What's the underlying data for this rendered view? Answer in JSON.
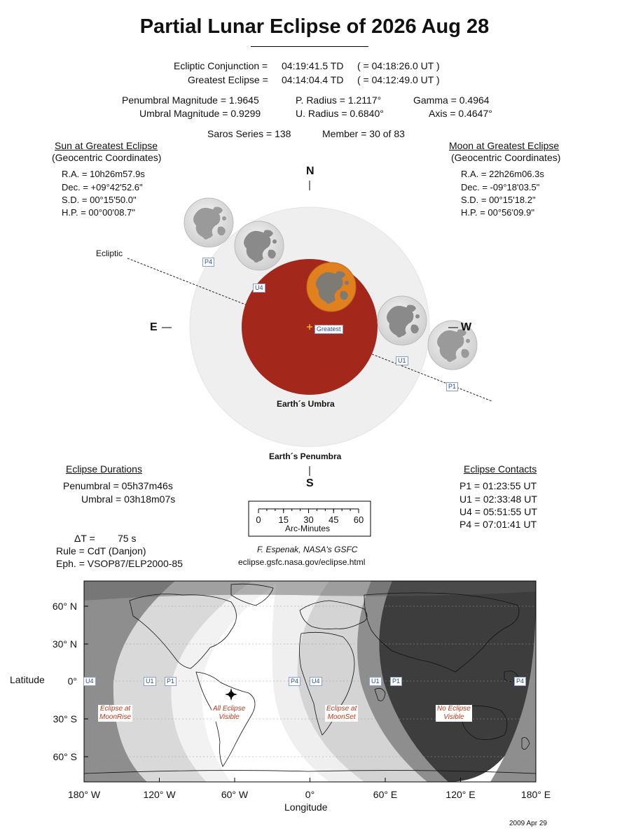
{
  "title": "Partial Lunar Eclipse of  2026 Aug 28",
  "conjunction": {
    "label": "Ecliptic Conjunction =",
    "td": "04:19:41.5 TD",
    "ut": "(  = 04:18:26.0 UT )"
  },
  "greatest": {
    "label": "Greatest Eclipse =",
    "td": "04:14:04.4 TD",
    "ut": "(  = 04:12:49.0 UT )"
  },
  "params": {
    "pen_mag": "Penumbral Magnitude = 1.9645",
    "umb_mag": "Umbral Magnitude = 0.9299",
    "p_radius": "P. Radius = 1.2117°",
    "u_radius": "U. Radius = 0.6840°",
    "gamma": "Gamma = 0.4964",
    "axis": "Axis = 0.4647°"
  },
  "saros": {
    "series": "Saros Series = 138",
    "member": "Member = 30 of 83"
  },
  "sun": {
    "heading": "Sun at Greatest Eclipse",
    "sub": "(Geocentric Coordinates)",
    "ra": "R.A. =  10h26m57.9s",
    "dec": "Dec. = +09°42'52.6\"",
    "sd": "S.D. =  00°15'50.0\"",
    "hp": "H.P. =  00°00'08.7\""
  },
  "moon": {
    "heading": "Moon at Greatest Eclipse",
    "sub": "(Geocentric Coordinates)",
    "ra": "R.A. =  22h26m06.3s",
    "dec": "Dec. = -09°18'03.5\"",
    "sd": "S.D. =  00°15'18.2\"",
    "hp": "H.P. =  00°56'09.9\""
  },
  "diagram": {
    "north": "N",
    "south": "S",
    "east": "E",
    "west": "W",
    "ecliptic": "Ecliptic",
    "greatest": "Greatest",
    "umbra": "Earth´s Umbra",
    "penumbra": "Earth´s Penumbra",
    "p1": "P1",
    "u1": "U1",
    "u4": "U4",
    "p4": "P4"
  },
  "durations": {
    "heading": "Eclipse Durations",
    "penumbral": "Penumbral = 05h37m46s",
    "umbral": "Umbral = 03h18m07s"
  },
  "contacts": {
    "heading": "Eclipse Contacts",
    "p1": "P1 = 01:23:55 UT",
    "u1": "U1 = 02:33:48 UT",
    "u4": "U4 = 05:51:55 UT",
    "p4": "P4 = 07:01:41 UT"
  },
  "scale": {
    "ticks": [
      "0",
      "15",
      "30",
      "45",
      "60"
    ],
    "label": "Arc-Minutes"
  },
  "credit": {
    "author": "F. Espenak, NASA's GSFC",
    "url": "eclipse.gsfc.nasa.gov/eclipse.html"
  },
  "misc": {
    "delta_t_label": "ΔT =",
    "delta_t_value": "75 s",
    "rule": "Rule = CdT (Danjon)",
    "eph": "Eph. = VSOP87/ELP2000-85"
  },
  "map": {
    "lat_title": "Latitude",
    "lon_title": "Longitude",
    "lat_ticks": [
      "60° N",
      "30° N",
      "0°",
      "30° S",
      "60° S"
    ],
    "lon_ticks": [
      "180° W",
      "120° W",
      "60° W",
      "0°",
      "60° E",
      "120° E",
      "180° E"
    ],
    "zones": {
      "moonrise": [
        "Eclipse at",
        "MoonRise"
      ],
      "visible": [
        "All Eclipse",
        "Visible"
      ],
      "moonset": [
        "Eclipse at",
        "MoonSet"
      ],
      "none": [
        "No Eclipse",
        "Visible"
      ]
    },
    "contact_labels": {
      "u4_left": "U4",
      "u1_left": "U1",
      "p1_left": "P1",
      "p4_mid": "P4",
      "u4_mid": "U4",
      "u1_right": "U1",
      "p1_right": "P1",
      "p4_right": "P4"
    },
    "colors": {
      "none": "#3d3d3d",
      "penumbral_dark": "#8e8e8e",
      "penumbral_light": "#d4d4d4",
      "visible": "#ffffff"
    }
  },
  "colors": {
    "umbra": "#a3271b",
    "penumbra": "#efefef",
    "moon_orange": "#e1801e"
  },
  "stamp": "2009 Apr 29"
}
